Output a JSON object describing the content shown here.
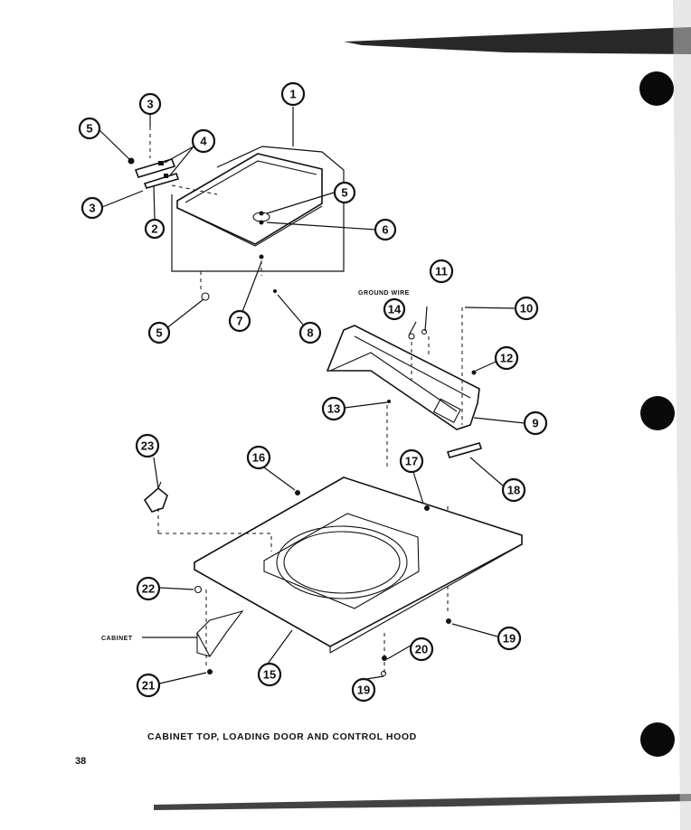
{
  "caption": "CABINET TOP, LOADING DOOR AND CONTROL HOOD",
  "page_number": "38",
  "labels": {
    "ground_wire": "GROUND WIRE",
    "cabinet": "CABINET"
  },
  "callouts": [
    {
      "id": "c1",
      "text": "1"
    },
    {
      "id": "c2",
      "text": "2"
    },
    {
      "id": "c3a",
      "text": "3"
    },
    {
      "id": "c3b",
      "text": "3"
    },
    {
      "id": "c4",
      "text": "4"
    },
    {
      "id": "c5a",
      "text": "5"
    },
    {
      "id": "c5b",
      "text": "5"
    },
    {
      "id": "c5c",
      "text": "5"
    },
    {
      "id": "c6",
      "text": "6"
    },
    {
      "id": "c7",
      "text": "7"
    },
    {
      "id": "c8",
      "text": "8"
    },
    {
      "id": "c9",
      "text": "9"
    },
    {
      "id": "c10",
      "text": "10"
    },
    {
      "id": "c11",
      "text": "11"
    },
    {
      "id": "c12",
      "text": "12"
    },
    {
      "id": "c13",
      "text": "13"
    },
    {
      "id": "c14",
      "text": "14"
    },
    {
      "id": "c15",
      "text": "15"
    },
    {
      "id": "c16",
      "text": "16"
    },
    {
      "id": "c17",
      "text": "17"
    },
    {
      "id": "c18",
      "text": "18"
    },
    {
      "id": "c19a",
      "text": "19"
    },
    {
      "id": "c19b",
      "text": "19"
    },
    {
      "id": "c20",
      "text": "20"
    },
    {
      "id": "c21",
      "text": "21"
    },
    {
      "id": "c22",
      "text": "22"
    },
    {
      "id": "c23",
      "text": "23"
    }
  ]
}
